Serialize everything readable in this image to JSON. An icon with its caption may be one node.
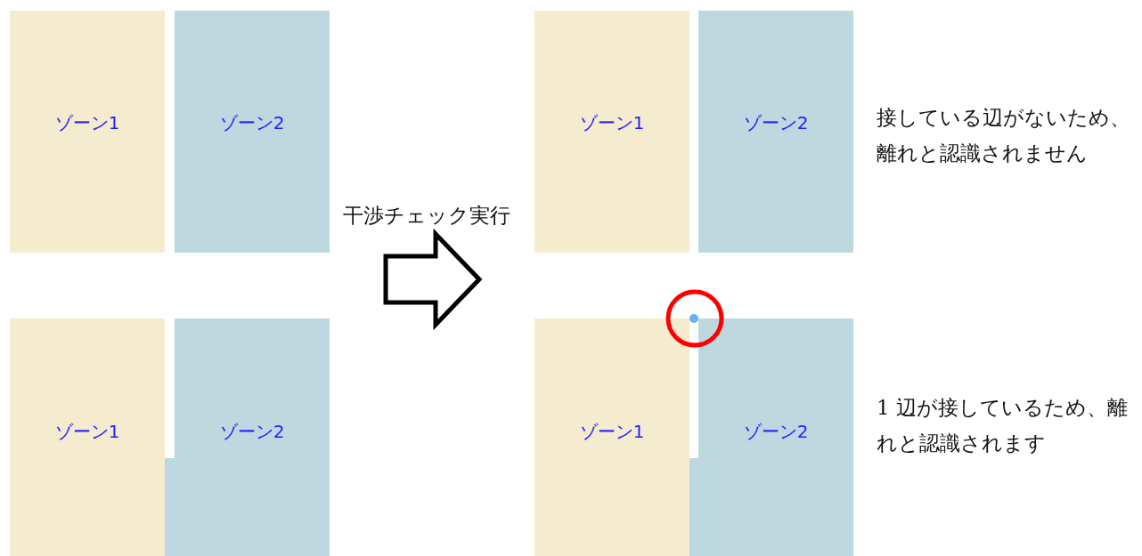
{
  "diagram": {
    "nodes": [
      {
        "text": [
          "ゾーン1"
        ]
      },
      {
        "text": [
          "ゾーン2"
        ]
      },
      {
        "text": [
          "ゾーン1"
        ]
      },
      {
        "text": [
          "ゾーン2"
        ]
      },
      {
        "text": [
          "ゾーン1"
        ]
      },
      {
        "text": [
          "ゾーン2"
        ]
      },
      {
        "text": [
          "ゾーン1"
        ]
      },
      {
        "text": [
          "ゾーン2"
        ]
      }
    ],
    "labels": [
      "干渉チェック実行",
      "接している辺がないため、離れと認識されません",
      "1 辺が接しているため、離れと認識されます"
    ]
  }
}
